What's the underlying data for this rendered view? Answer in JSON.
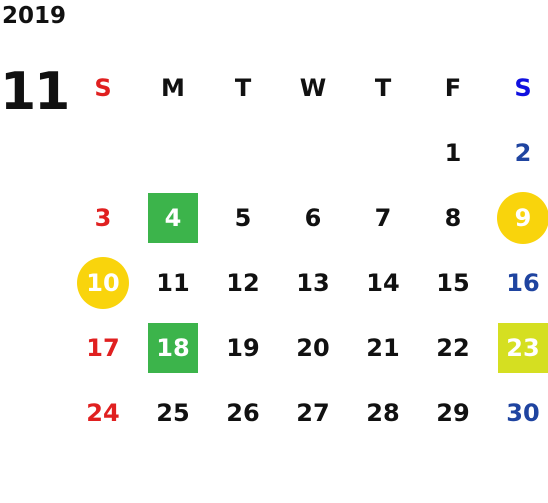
{
  "calendar": {
    "year": "2019",
    "month": "11",
    "colors": {
      "sunday": "#e02020",
      "saturday": "#1f44a0",
      "saturday_header": "#1010e0",
      "weekday": "#111111",
      "highlight_green": "#3cb44b",
      "highlight_yellow_circle": "#f9d40c",
      "highlight_lime": "#d5df21",
      "highlight_text": "#ffffff"
    },
    "weekdays": [
      "S",
      "M",
      "T",
      "W",
      "T",
      "F",
      "S"
    ],
    "weeks": [
      [
        {
          "d": ""
        },
        {
          "d": ""
        },
        {
          "d": ""
        },
        {
          "d": ""
        },
        {
          "d": ""
        },
        {
          "d": "1"
        },
        {
          "d": "2"
        }
      ],
      [
        {
          "d": "3"
        },
        {
          "d": "4",
          "hl": "green"
        },
        {
          "d": "5"
        },
        {
          "d": "6"
        },
        {
          "d": "7"
        },
        {
          "d": "8"
        },
        {
          "d": "9",
          "hl": "circle"
        }
      ],
      [
        {
          "d": "10",
          "hl": "circle"
        },
        {
          "d": "11"
        },
        {
          "d": "12"
        },
        {
          "d": "13"
        },
        {
          "d": "14"
        },
        {
          "d": "15"
        },
        {
          "d": "16"
        }
      ],
      [
        {
          "d": "17"
        },
        {
          "d": "18",
          "hl": "green"
        },
        {
          "d": "19"
        },
        {
          "d": "20"
        },
        {
          "d": "21"
        },
        {
          "d": "22"
        },
        {
          "d": "23",
          "hl": "lime"
        }
      ],
      [
        {
          "d": "24"
        },
        {
          "d": "25"
        },
        {
          "d": "26"
        },
        {
          "d": "27"
        },
        {
          "d": "28"
        },
        {
          "d": "29"
        },
        {
          "d": "30"
        }
      ]
    ]
  }
}
